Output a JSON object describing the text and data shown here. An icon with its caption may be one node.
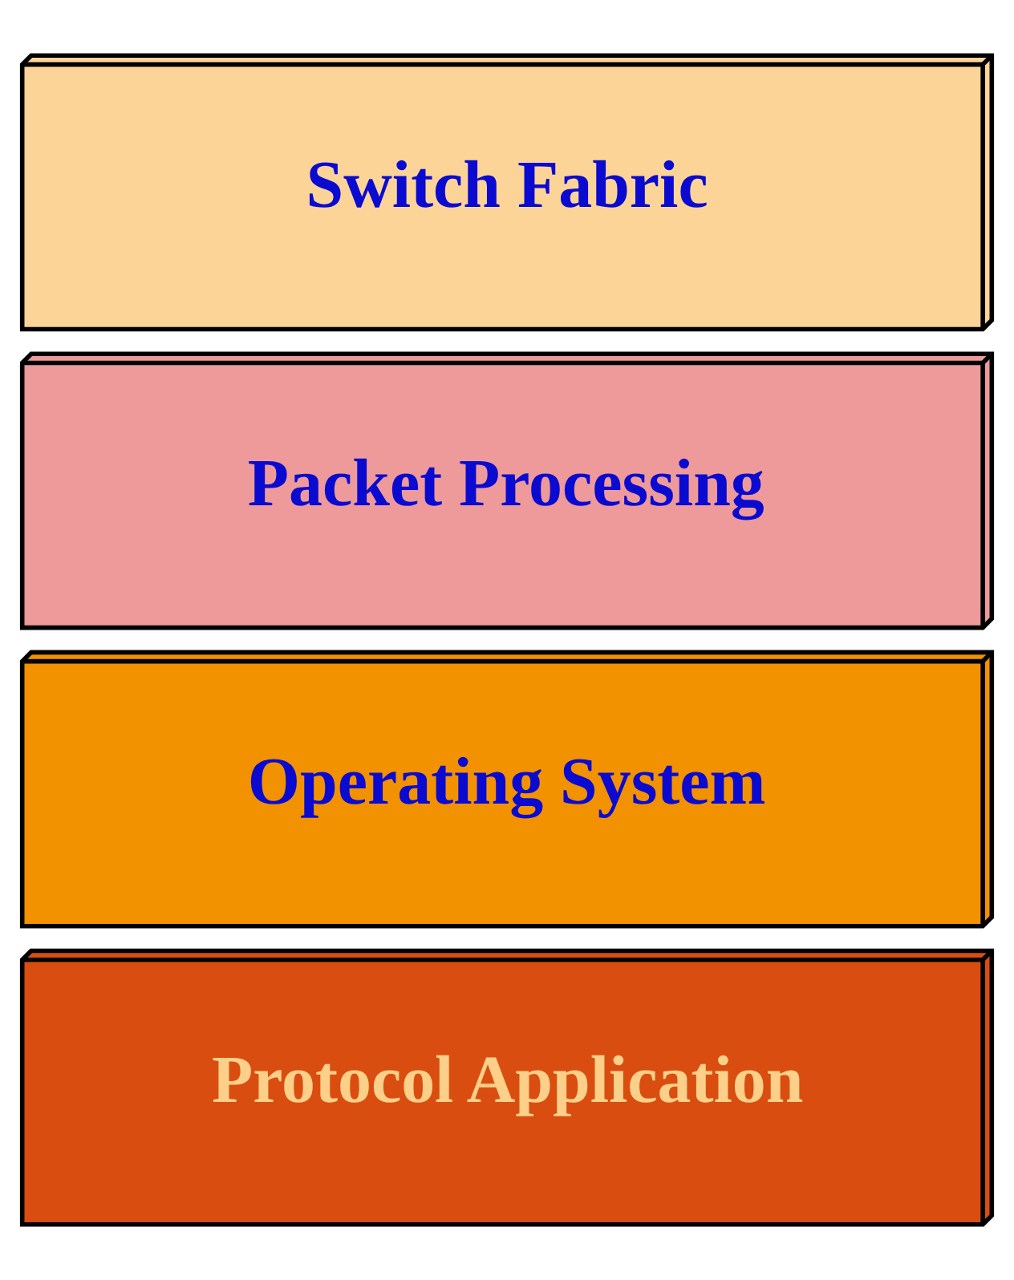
{
  "diagram": {
    "nodes": [
      {
        "text": [
          "Protocol Application"
        ]
      },
      {
        "text": [
          "Operating System"
        ]
      },
      {
        "text": [
          "Packet Processing"
        ]
      },
      {
        "text": [
          "Switch Fabric"
        ]
      }
    ]
  }
}
